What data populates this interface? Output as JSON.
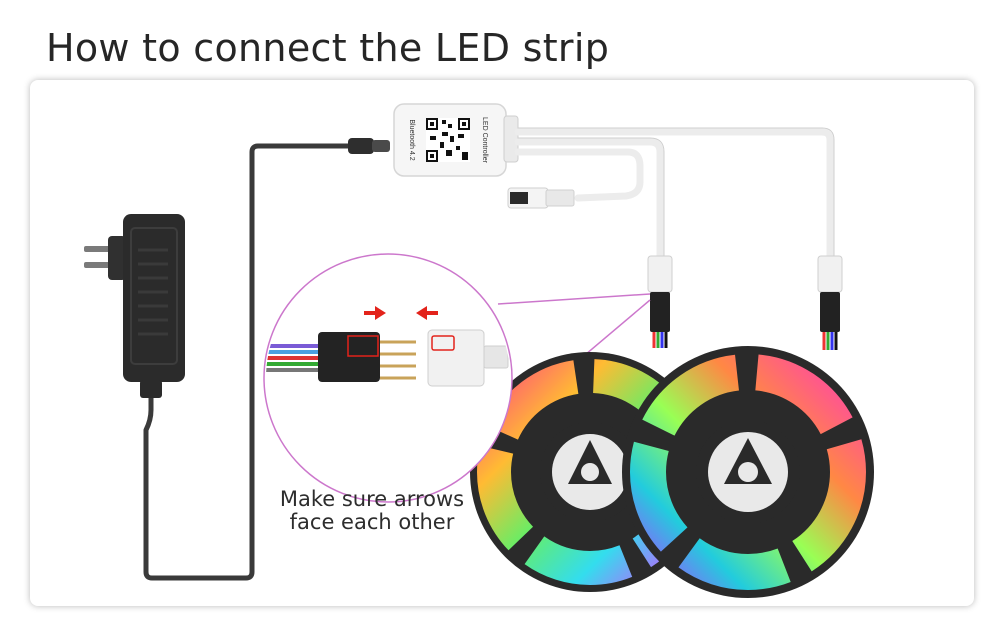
{
  "title": "How to connect the LED strip",
  "controller": {
    "qr_name": "qr-code",
    "label_1": "Bluetooth 4.2",
    "label_2": "LED Controller"
  },
  "caption": {
    "line1": "Make sure arrows",
    "line2": "face each other"
  },
  "colors": {
    "adapter": "#2b2b2b",
    "cable": "#3a3a3a",
    "arrow": "#e3231b",
    "magnify_ring": "#cc77cc",
    "reel": "#2a2a2a"
  },
  "icons": [
    "power-adapter-icon",
    "controller-icon",
    "led-reel-icon",
    "arrow-right-icon",
    "arrow-left-icon"
  ]
}
